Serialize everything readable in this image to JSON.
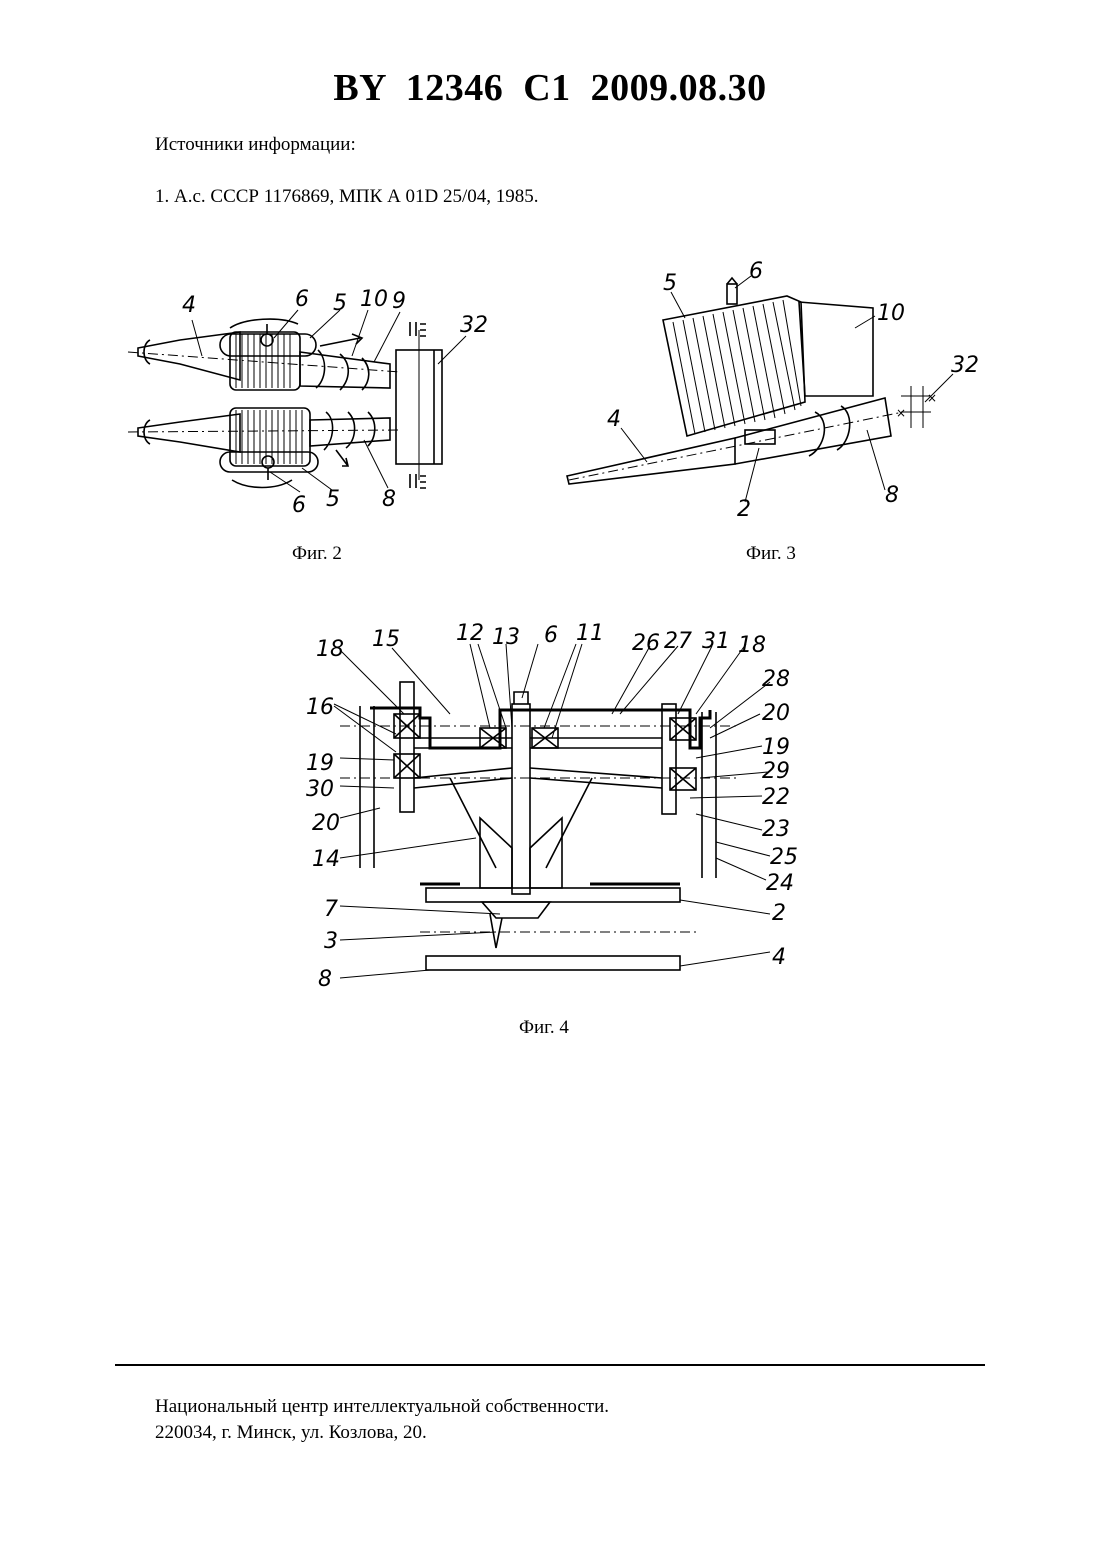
{
  "header": {
    "title": "BY  12346  C1  2009.08.30"
  },
  "sources": {
    "title": "Источники информации:",
    "items": [
      "1. А.с. СССР 1176869, МПК А 01D 25/04, 1985."
    ]
  },
  "figures": {
    "fig2": {
      "caption": "Фиг. 2",
      "labels": {
        "l4": "4",
        "l6a": "6",
        "l5a": "5",
        "l10": "10",
        "l9": "9",
        "l32": "32",
        "l6b": "6",
        "l5b": "5",
        "l8": "8"
      }
    },
    "fig3": {
      "caption": "Фиг. 3",
      "labels": {
        "l5": "5",
        "l6": "6",
        "l10": "10",
        "l32": "32",
        "l4": "4",
        "l2": "2",
        "l8": "8"
      }
    },
    "fig4": {
      "caption": "Фиг. 4",
      "labels": {
        "l18a": "18",
        "l15": "15",
        "l12": "12",
        "l13": "13",
        "l6": "6",
        "l11": "11",
        "l26": "26",
        "l27": "27",
        "l31": "31",
        "l18b": "18",
        "l28": "28",
        "l20a": "20",
        "l19a": "19",
        "l29": "29",
        "l22": "22",
        "l23": "23",
        "l25": "25",
        "l24": "24",
        "l16": "16",
        "l19b": "19",
        "l30": "30",
        "l20b": "20",
        "l14": "14",
        "l7": "7",
        "l3": "3",
        "l8": "8",
        "l2": "2",
        "l4": "4"
      }
    }
  },
  "footer": {
    "org": "Национальный центр интеллектуальной собственности.",
    "address": "220034, г. Минск, ул. Козлова, 20."
  }
}
